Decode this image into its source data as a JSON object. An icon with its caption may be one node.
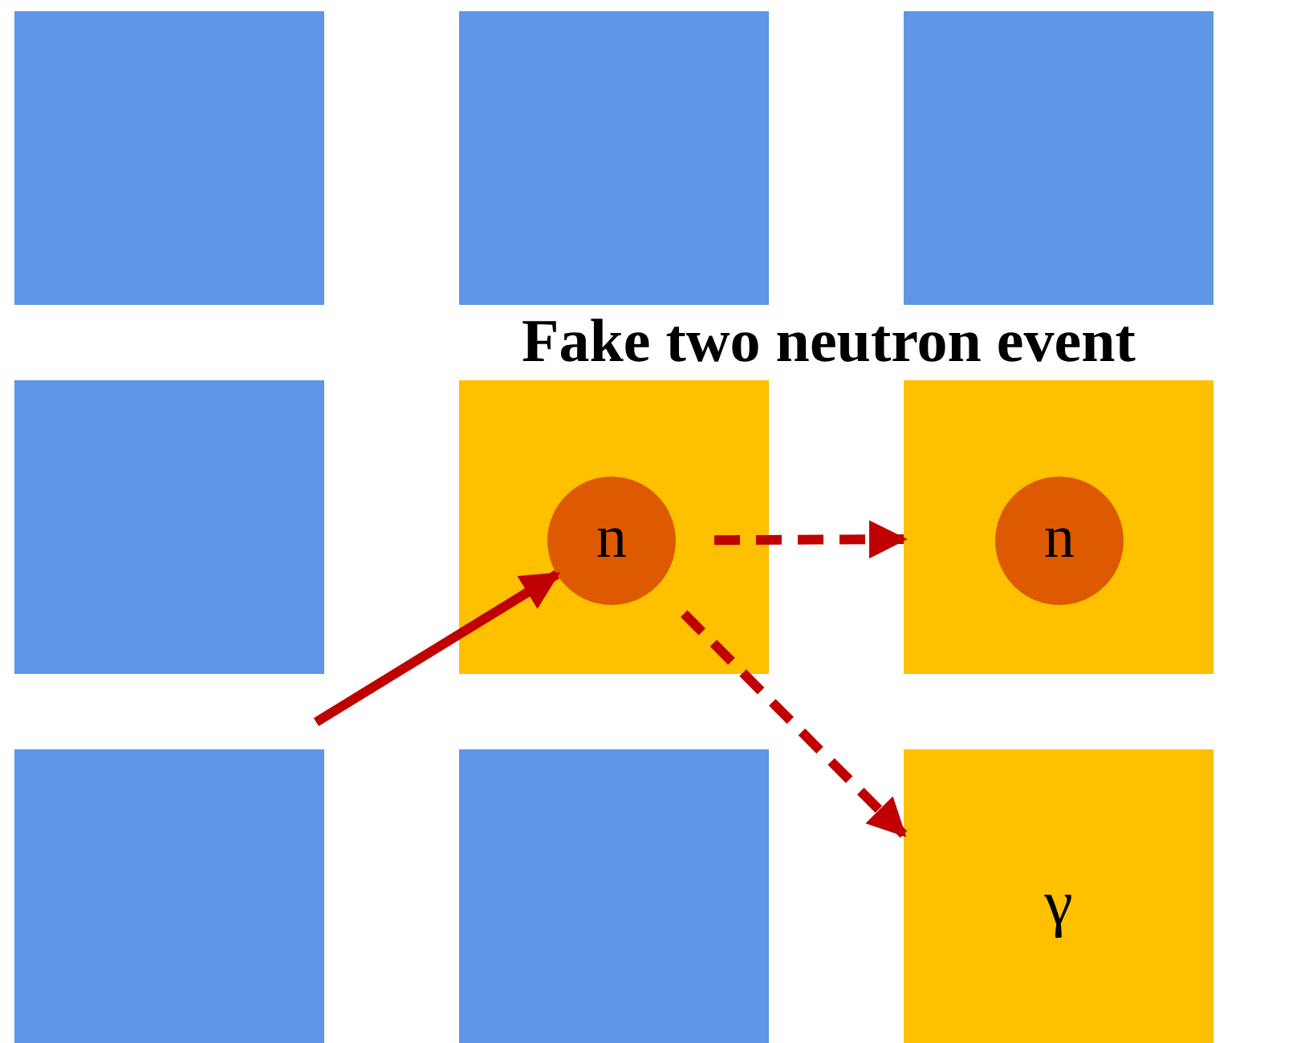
{
  "diagram": {
    "title": "Fake two neutron event",
    "nodes": [
      {
        "text": [],
        "shape": "box"
      },
      {
        "text": [],
        "shape": "box"
      },
      {
        "text": [],
        "shape": "box"
      },
      {
        "text": [],
        "shape": "box"
      },
      {
        "text": [],
        "shape": "box"
      },
      {
        "text": [],
        "shape": "box"
      },
      {
        "text": [],
        "shape": "box"
      },
      {
        "text": [],
        "shape": "box"
      },
      {
        "text": [
          "γ"
        ]
      },
      {
        "text": [
          "n"
        ],
        "in": 4
      },
      {
        "text": [
          "n"
        ],
        "in": 5
      }
    ],
    "edges": [
      {
        "from": null,
        "to": 9,
        "arrow": "to"
      },
      {
        "from": 9,
        "to": 5,
        "arrow": "to",
        "style": "dashed"
      },
      {
        "from": 9,
        "to": 8,
        "arrow": "to",
        "style": "dashed"
      }
    ]
  }
}
